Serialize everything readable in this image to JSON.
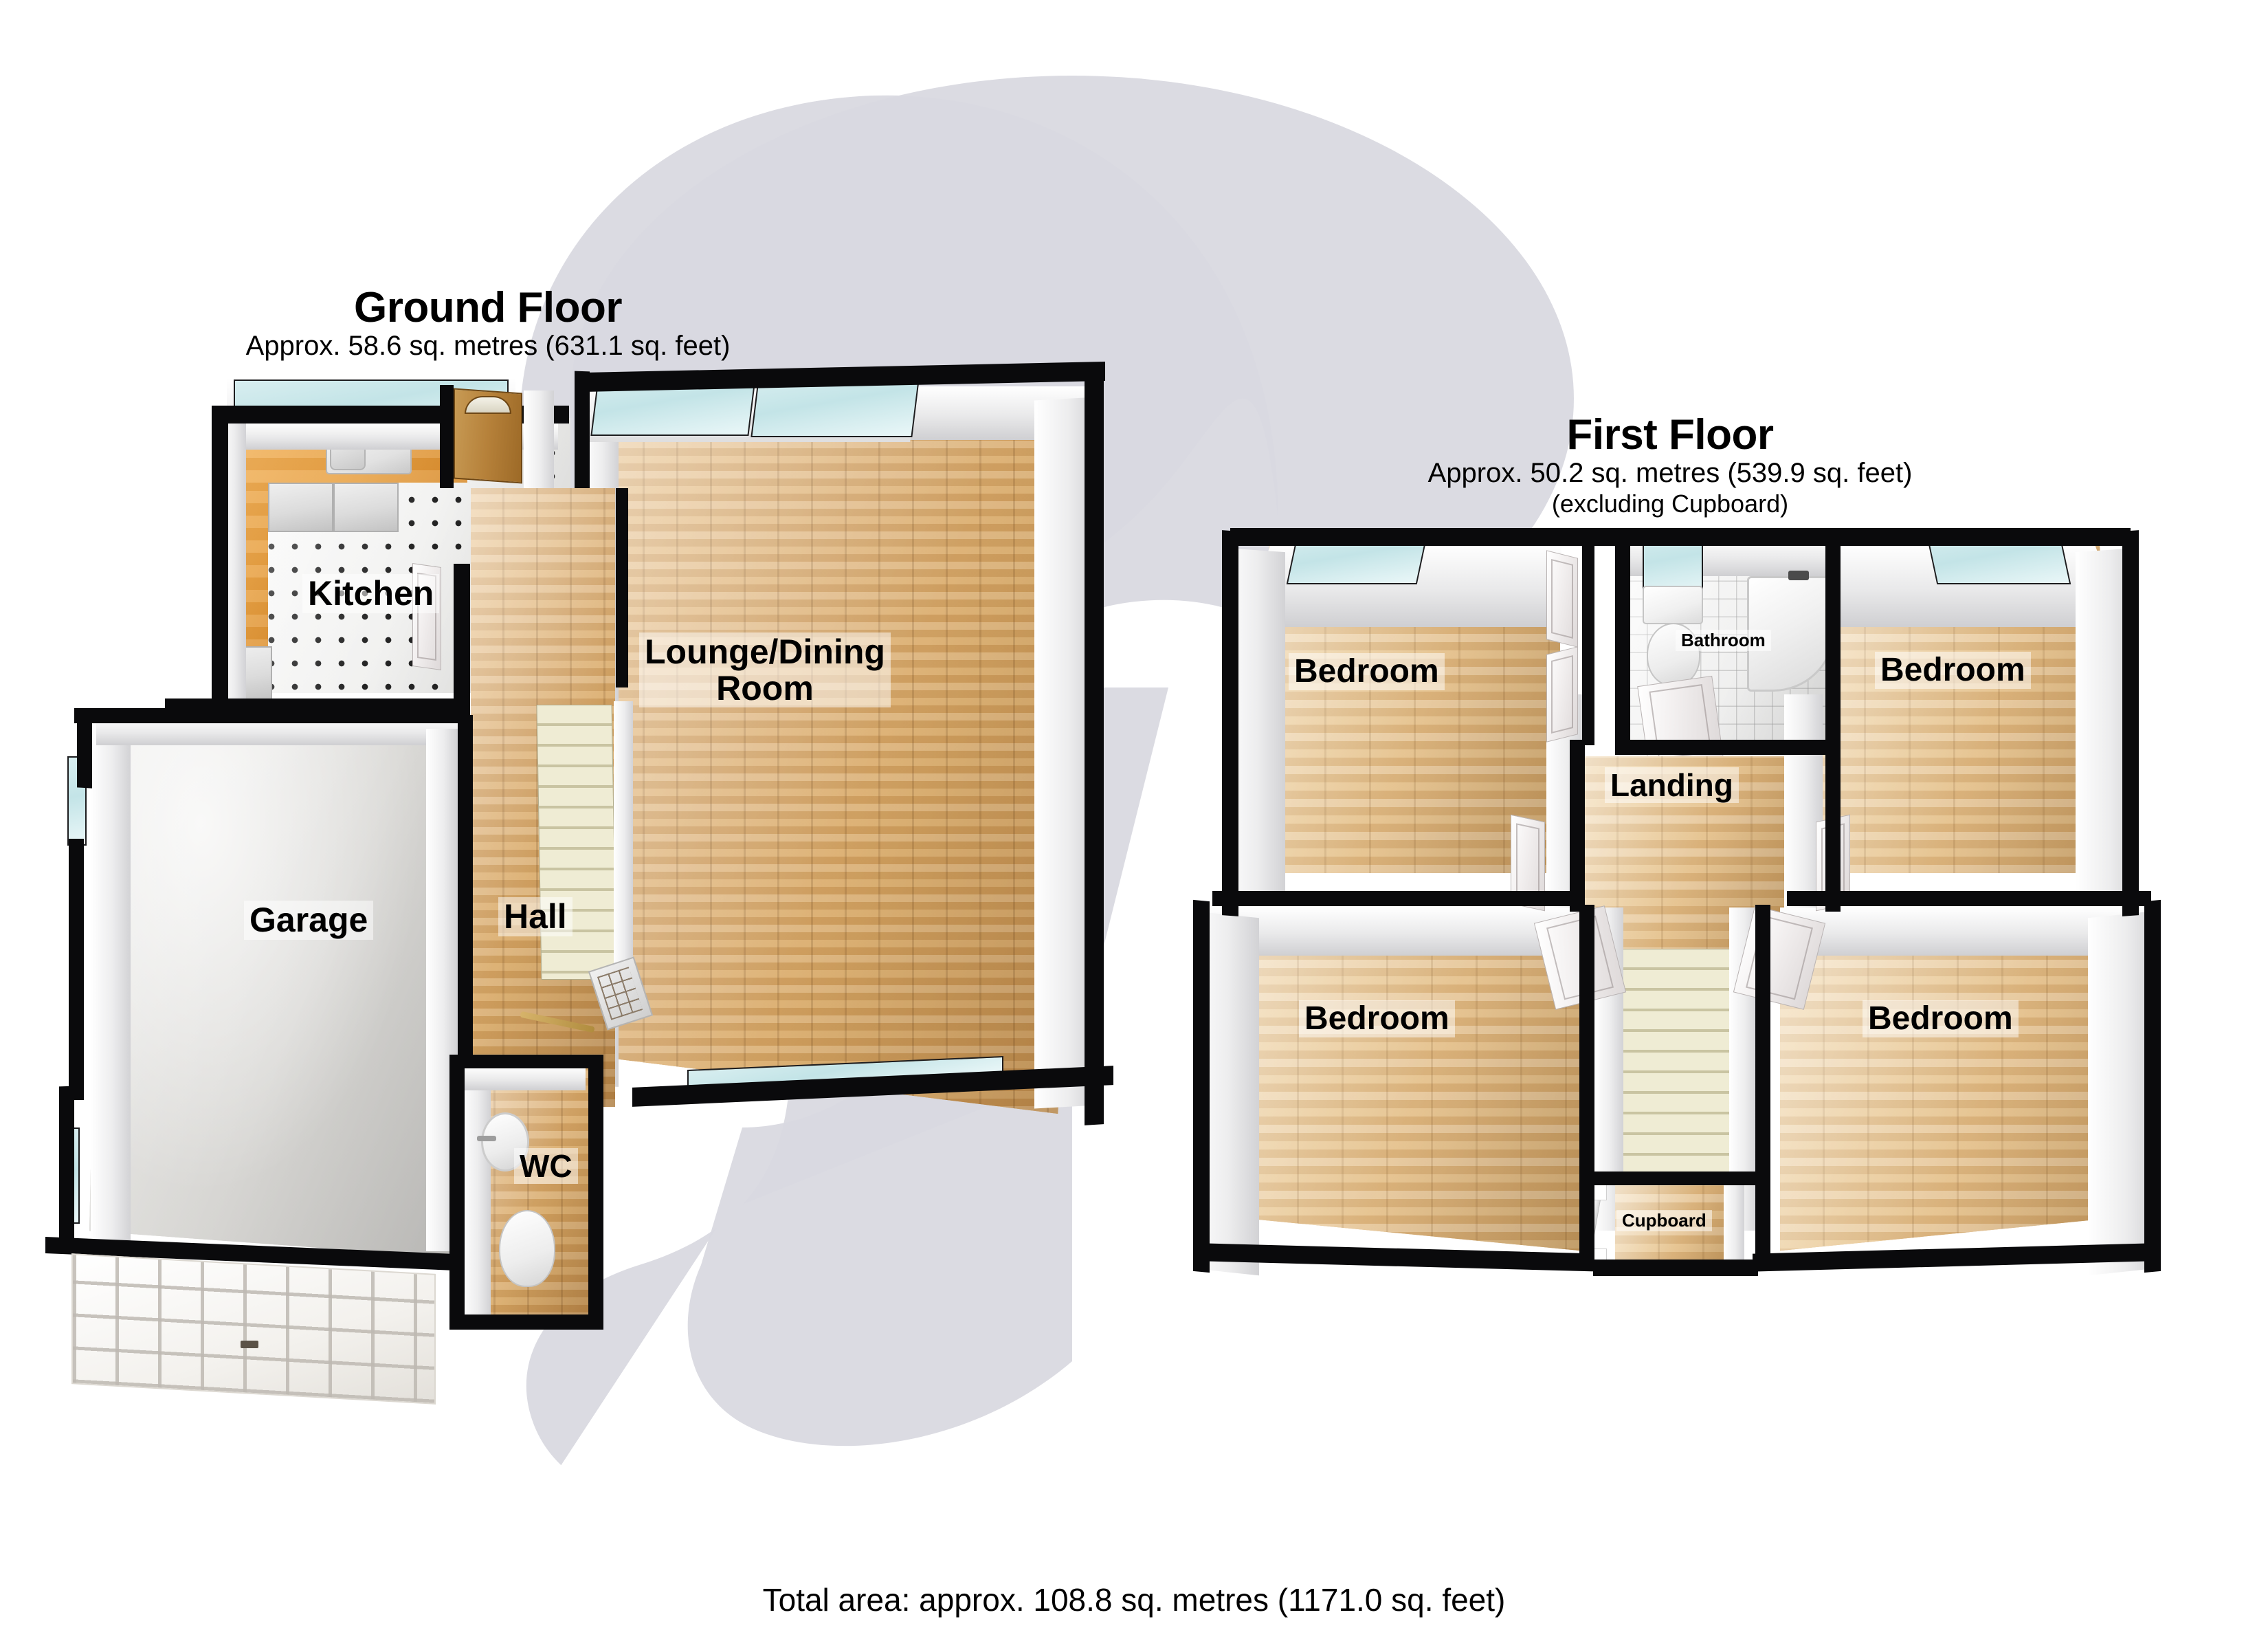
{
  "document": {
    "type": "floor-plan",
    "total_area_text": "Total area: approx. 108.8 sq. metres (1171.0 sq. feet)"
  },
  "ground_floor": {
    "title": "Ground Floor",
    "area_line": "Approx. 58.6 sq. metres (631.1 sq. feet)",
    "rooms": [
      {
        "label": "Kitchen",
        "floor": "tile-dot"
      },
      {
        "label": "Lounge/Dining\nRoom",
        "label_line1": "Lounge/Dining",
        "label_line2": "Room",
        "floor": "wood"
      },
      {
        "label": "Garage",
        "floor": "concrete"
      },
      {
        "label": "Hall",
        "floor": "wood"
      },
      {
        "label": "WC",
        "floor": "wood"
      }
    ]
  },
  "first_floor": {
    "title": "First Floor",
    "area_line": "Approx. 50.2 sq. metres (539.9 sq. feet)",
    "area_note": "(excluding Cupboard)",
    "rooms": [
      {
        "label": "Bedroom",
        "position": "top-left",
        "floor": "wood-light"
      },
      {
        "label": "Bedroom",
        "position": "top-right",
        "floor": "wood-light"
      },
      {
        "label": "Bedroom",
        "position": "bottom-left",
        "floor": "wood-light"
      },
      {
        "label": "Bedroom",
        "position": "bottom-right",
        "floor": "wood-light"
      },
      {
        "label": "Bathroom",
        "position": "top-centre",
        "floor": "tile"
      },
      {
        "label": "Landing",
        "position": "centre",
        "floor": "wood-light"
      },
      {
        "label": "Cupboard",
        "position": "bottom-centre",
        "floor": "wood-light"
      }
    ]
  },
  "colors": {
    "wall": "#0a0a0c",
    "watermark": "#d9d9e0",
    "text": "#000000",
    "wood_floor": "#d7a765",
    "wood_floor_light": "#e2bb85",
    "concrete_floor": "#d8d7d4",
    "counter_orange": "#e8a245",
    "glass": "#c3e4e7"
  }
}
